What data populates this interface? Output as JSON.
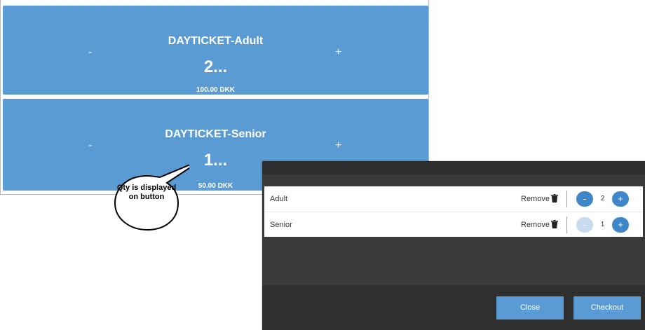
{
  "tickets": [
    {
      "name": "DAYTICKET-Adult",
      "qty": "2...",
      "price": "100.00 DKK",
      "minus": "-",
      "plus": "+"
    },
    {
      "name": "DAYTICKET-Senior",
      "qty": "1...",
      "price": "50.00 DKK",
      "minus": "-",
      "plus": "+"
    }
  ],
  "callout": {
    "text": "Qty is displayed on button"
  },
  "cart": {
    "rows": [
      {
        "label": "Adult",
        "remove": "Remove",
        "minus": "-",
        "qty": "2",
        "plus": "+",
        "minus_disabled": false
      },
      {
        "label": "Senior",
        "remove": "Remove",
        "minus": "-",
        "qty": "1",
        "plus": "+",
        "minus_disabled": true
      }
    ],
    "buttons": {
      "close": "Close",
      "checkout": "Checkout"
    },
    "icons": {
      "remove": "trash-icon"
    }
  },
  "colors": {
    "accent": "#5a9bd4",
    "stepper": "#3f86c8",
    "modal_bg": "#3a3a3a"
  }
}
